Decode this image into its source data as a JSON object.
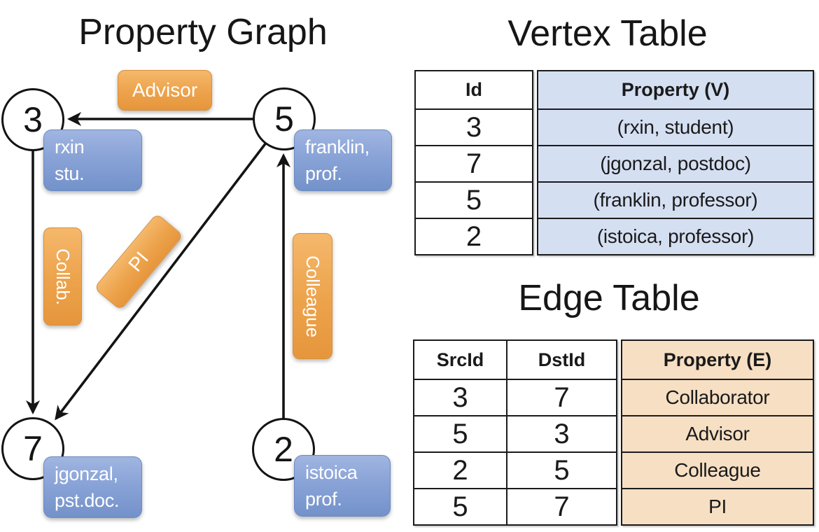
{
  "graph": {
    "title": "Property Graph",
    "nodes": [
      {
        "id": "3",
        "line1": "rxin",
        "line2": "stu."
      },
      {
        "id": "5",
        "line1": "franklin,",
        "line2": "prof."
      },
      {
        "id": "7",
        "line1": "jgonzal,",
        "line2": "pst.doc."
      },
      {
        "id": "2",
        "line1": "istoica",
        "line2": "prof."
      }
    ],
    "edge_labels": {
      "advisor": "Advisor",
      "collab": "Collab.",
      "pi": "PI",
      "colleague": "Colleague"
    }
  },
  "vertex_table": {
    "title": "Vertex Table",
    "headers": {
      "id": "Id",
      "property": "Property (V)"
    },
    "rows": [
      {
        "id": "3",
        "property": "(rxin, student)"
      },
      {
        "id": "7",
        "property": "(jgonzal, postdoc)"
      },
      {
        "id": "5",
        "property": "(franklin, professor)"
      },
      {
        "id": "2",
        "property": "(istoica, professor)"
      }
    ]
  },
  "edge_table": {
    "title": "Edge Table",
    "headers": {
      "src": "SrcId",
      "dst": "DstId",
      "property": "Property (E)"
    },
    "rows": [
      {
        "src": "3",
        "dst": "7",
        "property": "Collaborator"
      },
      {
        "src": "5",
        "dst": "3",
        "property": "Advisor"
      },
      {
        "src": "2",
        "dst": "5",
        "property": "Colleague"
      },
      {
        "src": "5",
        "dst": "7",
        "property": "PI"
      }
    ]
  },
  "colors": {
    "edge_label_orange": "#eda44d",
    "vertex_label_blue": "#89a3d7",
    "vertex_table_fill": "#d5dff2",
    "edge_table_fill": "#f6dfc3",
    "line_black": "#141414"
  }
}
